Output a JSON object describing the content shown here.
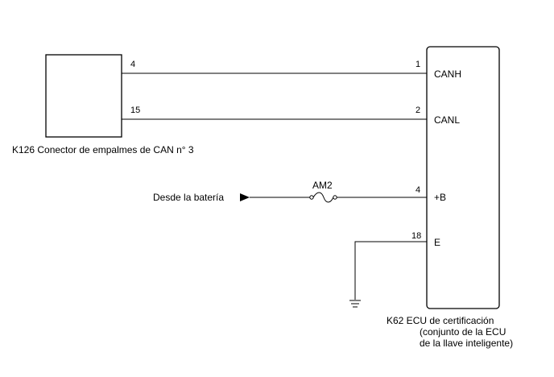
{
  "connector_k126": {
    "label": "K126  Conector de empalmes de CAN n° 3",
    "pins": [
      "4",
      "15"
    ]
  },
  "ecu_k62": {
    "label_line1": "K62  ECU de certificación",
    "label_line2": "(conjunto de la ECU",
    "label_line3": "de la llave inteligente)",
    "pins": [
      {
        "number": "1",
        "name": "CANH"
      },
      {
        "number": "2",
        "name": "CANL"
      },
      {
        "number": "4",
        "name": "+B"
      },
      {
        "number": "18",
        "name": "E"
      }
    ]
  },
  "battery_source": {
    "label": "Desde la batería"
  },
  "fuse": {
    "label": "AM2"
  },
  "icons": [
    "arrow-right-icon",
    "fuse-icon",
    "ground-icon"
  ]
}
